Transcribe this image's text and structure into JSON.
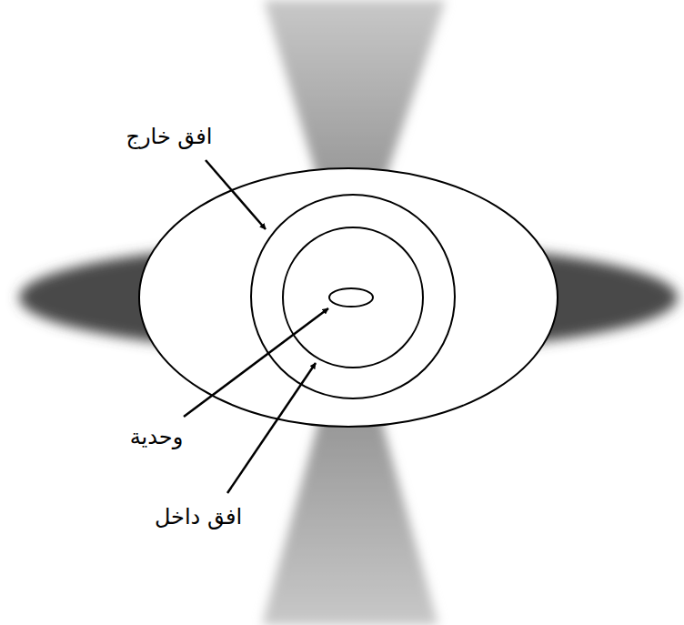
{
  "diagram": {
    "labels": [
      "افق خارج",
      "وحدیة",
      "افق داخل"
    ]
  }
}
